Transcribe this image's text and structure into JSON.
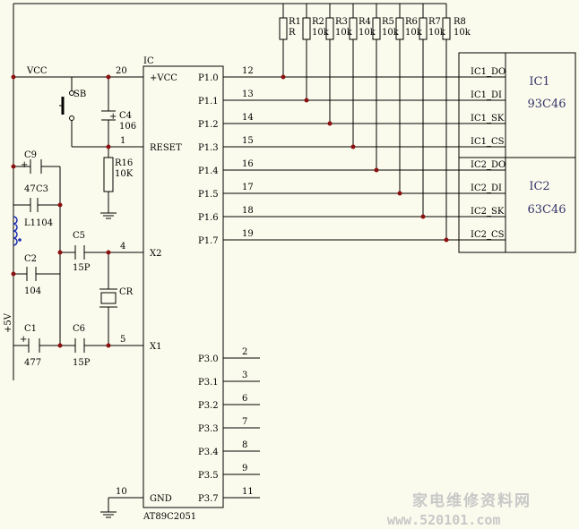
{
  "mcu": {
    "ref": "IC",
    "part": "AT89C2051",
    "pins": {
      "vcc": {
        "num": "20",
        "name": "+VCC"
      },
      "reset": {
        "num": "1",
        "name": "RESET"
      },
      "x2": {
        "num": "4",
        "name": "X2"
      },
      "x1": {
        "num": "5",
        "name": "X1"
      },
      "gnd": {
        "num": "10",
        "name": "GND"
      },
      "p1": [
        {
          "num": "12",
          "name": "P1.0"
        },
        {
          "num": "13",
          "name": "P1.1"
        },
        {
          "num": "14",
          "name": "P1.2"
        },
        {
          "num": "15",
          "name": "P1.3"
        },
        {
          "num": "16",
          "name": "P1.4"
        },
        {
          "num": "17",
          "name": "P1.5"
        },
        {
          "num": "18",
          "name": "P1.6"
        },
        {
          "num": "19",
          "name": "P1.7"
        }
      ],
      "p3": [
        {
          "num": "2",
          "name": "P3.0"
        },
        {
          "num": "3",
          "name": "P3.1"
        },
        {
          "num": "6",
          "name": "P3.2"
        },
        {
          "num": "7",
          "name": "P3.3"
        },
        {
          "num": "8",
          "name": "P3.4"
        },
        {
          "num": "9",
          "name": "P3.5"
        },
        {
          "num": "11",
          "name": "P3.7"
        }
      ]
    }
  },
  "eeprom1": {
    "name": "IC1",
    "part": "93C46",
    "signals": [
      "IC1_DO",
      "IC1_DI",
      "IC1_SK",
      "IC1_CS"
    ]
  },
  "eeprom2": {
    "name": "IC2",
    "part": "63C46",
    "signals": [
      "IC2_DO",
      "IC2_DI",
      "IC2_SK",
      "IC2_CS"
    ]
  },
  "resistors": [
    {
      "ref": "R1",
      "value": "R"
    },
    {
      "ref": "R2",
      "value": "10k"
    },
    {
      "ref": "R3",
      "value": "10k"
    },
    {
      "ref": "R4",
      "value": "10k"
    },
    {
      "ref": "R5",
      "value": "10k"
    },
    {
      "ref": "R6",
      "value": "10k"
    },
    {
      "ref": "R7",
      "value": "10k"
    },
    {
      "ref": "R8",
      "value": "10k"
    }
  ],
  "parts": {
    "vcc": "VCC",
    "sb": "SB",
    "c4": {
      "ref": "C4",
      "value": "106"
    },
    "r16": {
      "ref": "R16",
      "value": "10K"
    },
    "c9": {
      "ref": "C9",
      "value": "47"
    },
    "c3": {
      "ref": "C3",
      "value": "104"
    },
    "l1": "L1",
    "c2": {
      "ref": "C2",
      "value": "104"
    },
    "c5": {
      "ref": "C5",
      "value": "15P"
    },
    "cr": "CR",
    "c1": {
      "ref": "C1",
      "value": "477"
    },
    "c6": {
      "ref": "C6",
      "value": "15P"
    },
    "supply": "+5V"
  },
  "watermark": {
    "line1": "家电维修资料网",
    "line2": "www.520101.com"
  }
}
